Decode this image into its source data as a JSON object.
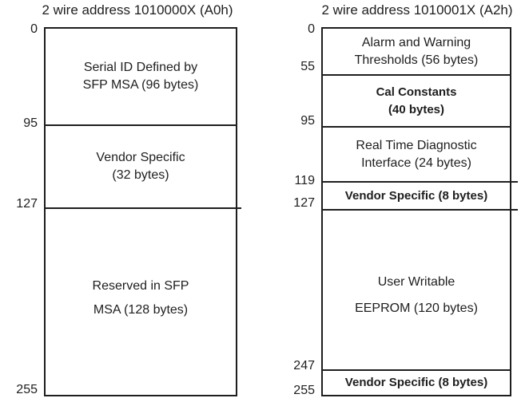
{
  "colors": {
    "ink": "#1e1e1e",
    "background": "#ffffff"
  },
  "left": {
    "title": "2 wire address 1010000X (A0h)",
    "address_labels": [
      "0",
      "95",
      "127",
      "255"
    ],
    "sections": [
      {
        "line1": "Serial ID Defined by",
        "line2": "SFP MSA (96 bytes)"
      },
      {
        "line1": "Vendor Specific",
        "line2": "(32 bytes)"
      },
      {
        "line1": "Reserved in SFP",
        "line2": "MSA (128 bytes)"
      }
    ]
  },
  "right": {
    "title": "2 wire address 1010001X (A2h)",
    "address_labels": [
      "0",
      "55",
      "95",
      "119",
      "127",
      "247",
      "255"
    ],
    "sections": [
      {
        "line1": "Alarm and Warning",
        "line2": "Thresholds (56 bytes)"
      },
      {
        "line1": "Cal Constants",
        "line2": "(40 bytes)"
      },
      {
        "line1": "Real Time Diagnostic",
        "line2": "Interface (24 bytes)"
      },
      {
        "line1": "Vendor Specific (8 bytes)"
      },
      {
        "line1": "User Writable",
        "line2": "EEPROM (120 bytes)"
      },
      {
        "line1": "Vendor Specific (8 bytes)"
      }
    ]
  }
}
